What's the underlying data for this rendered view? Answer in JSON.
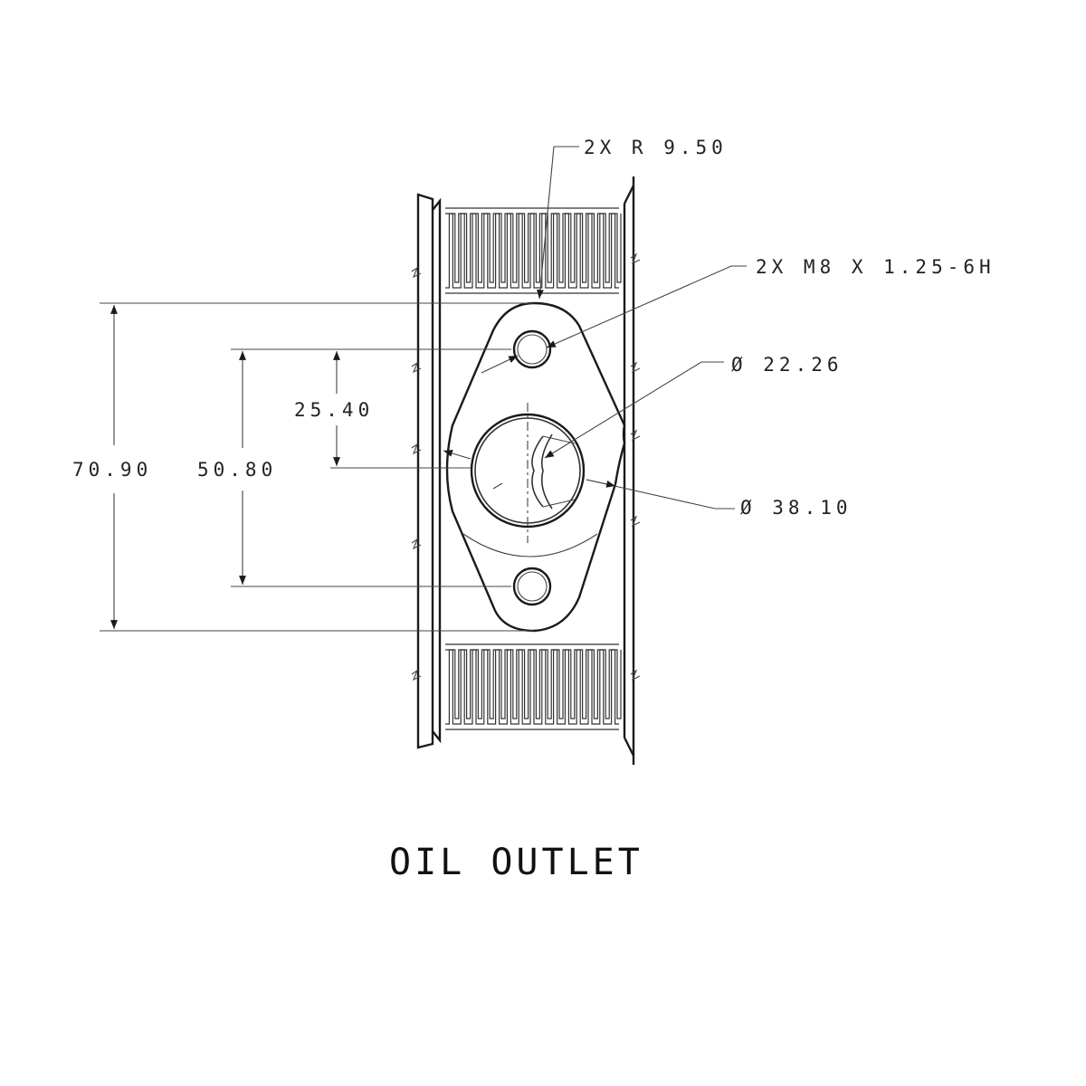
{
  "drawing": {
    "title": "OIL OUTLET",
    "callouts": {
      "radius": "2X R 9.50",
      "thread": "2X M8 X 1.25-6H",
      "bore_diameter": "Ø 22.26",
      "boss_diameter": "Ø 38.10"
    },
    "dimensions": {
      "overall_height": "70.90",
      "bolt_spacing": "50.80",
      "center_offset": "25.40"
    },
    "colors": {
      "line": "#1a1a1a",
      "background": "#ffffff"
    }
  }
}
